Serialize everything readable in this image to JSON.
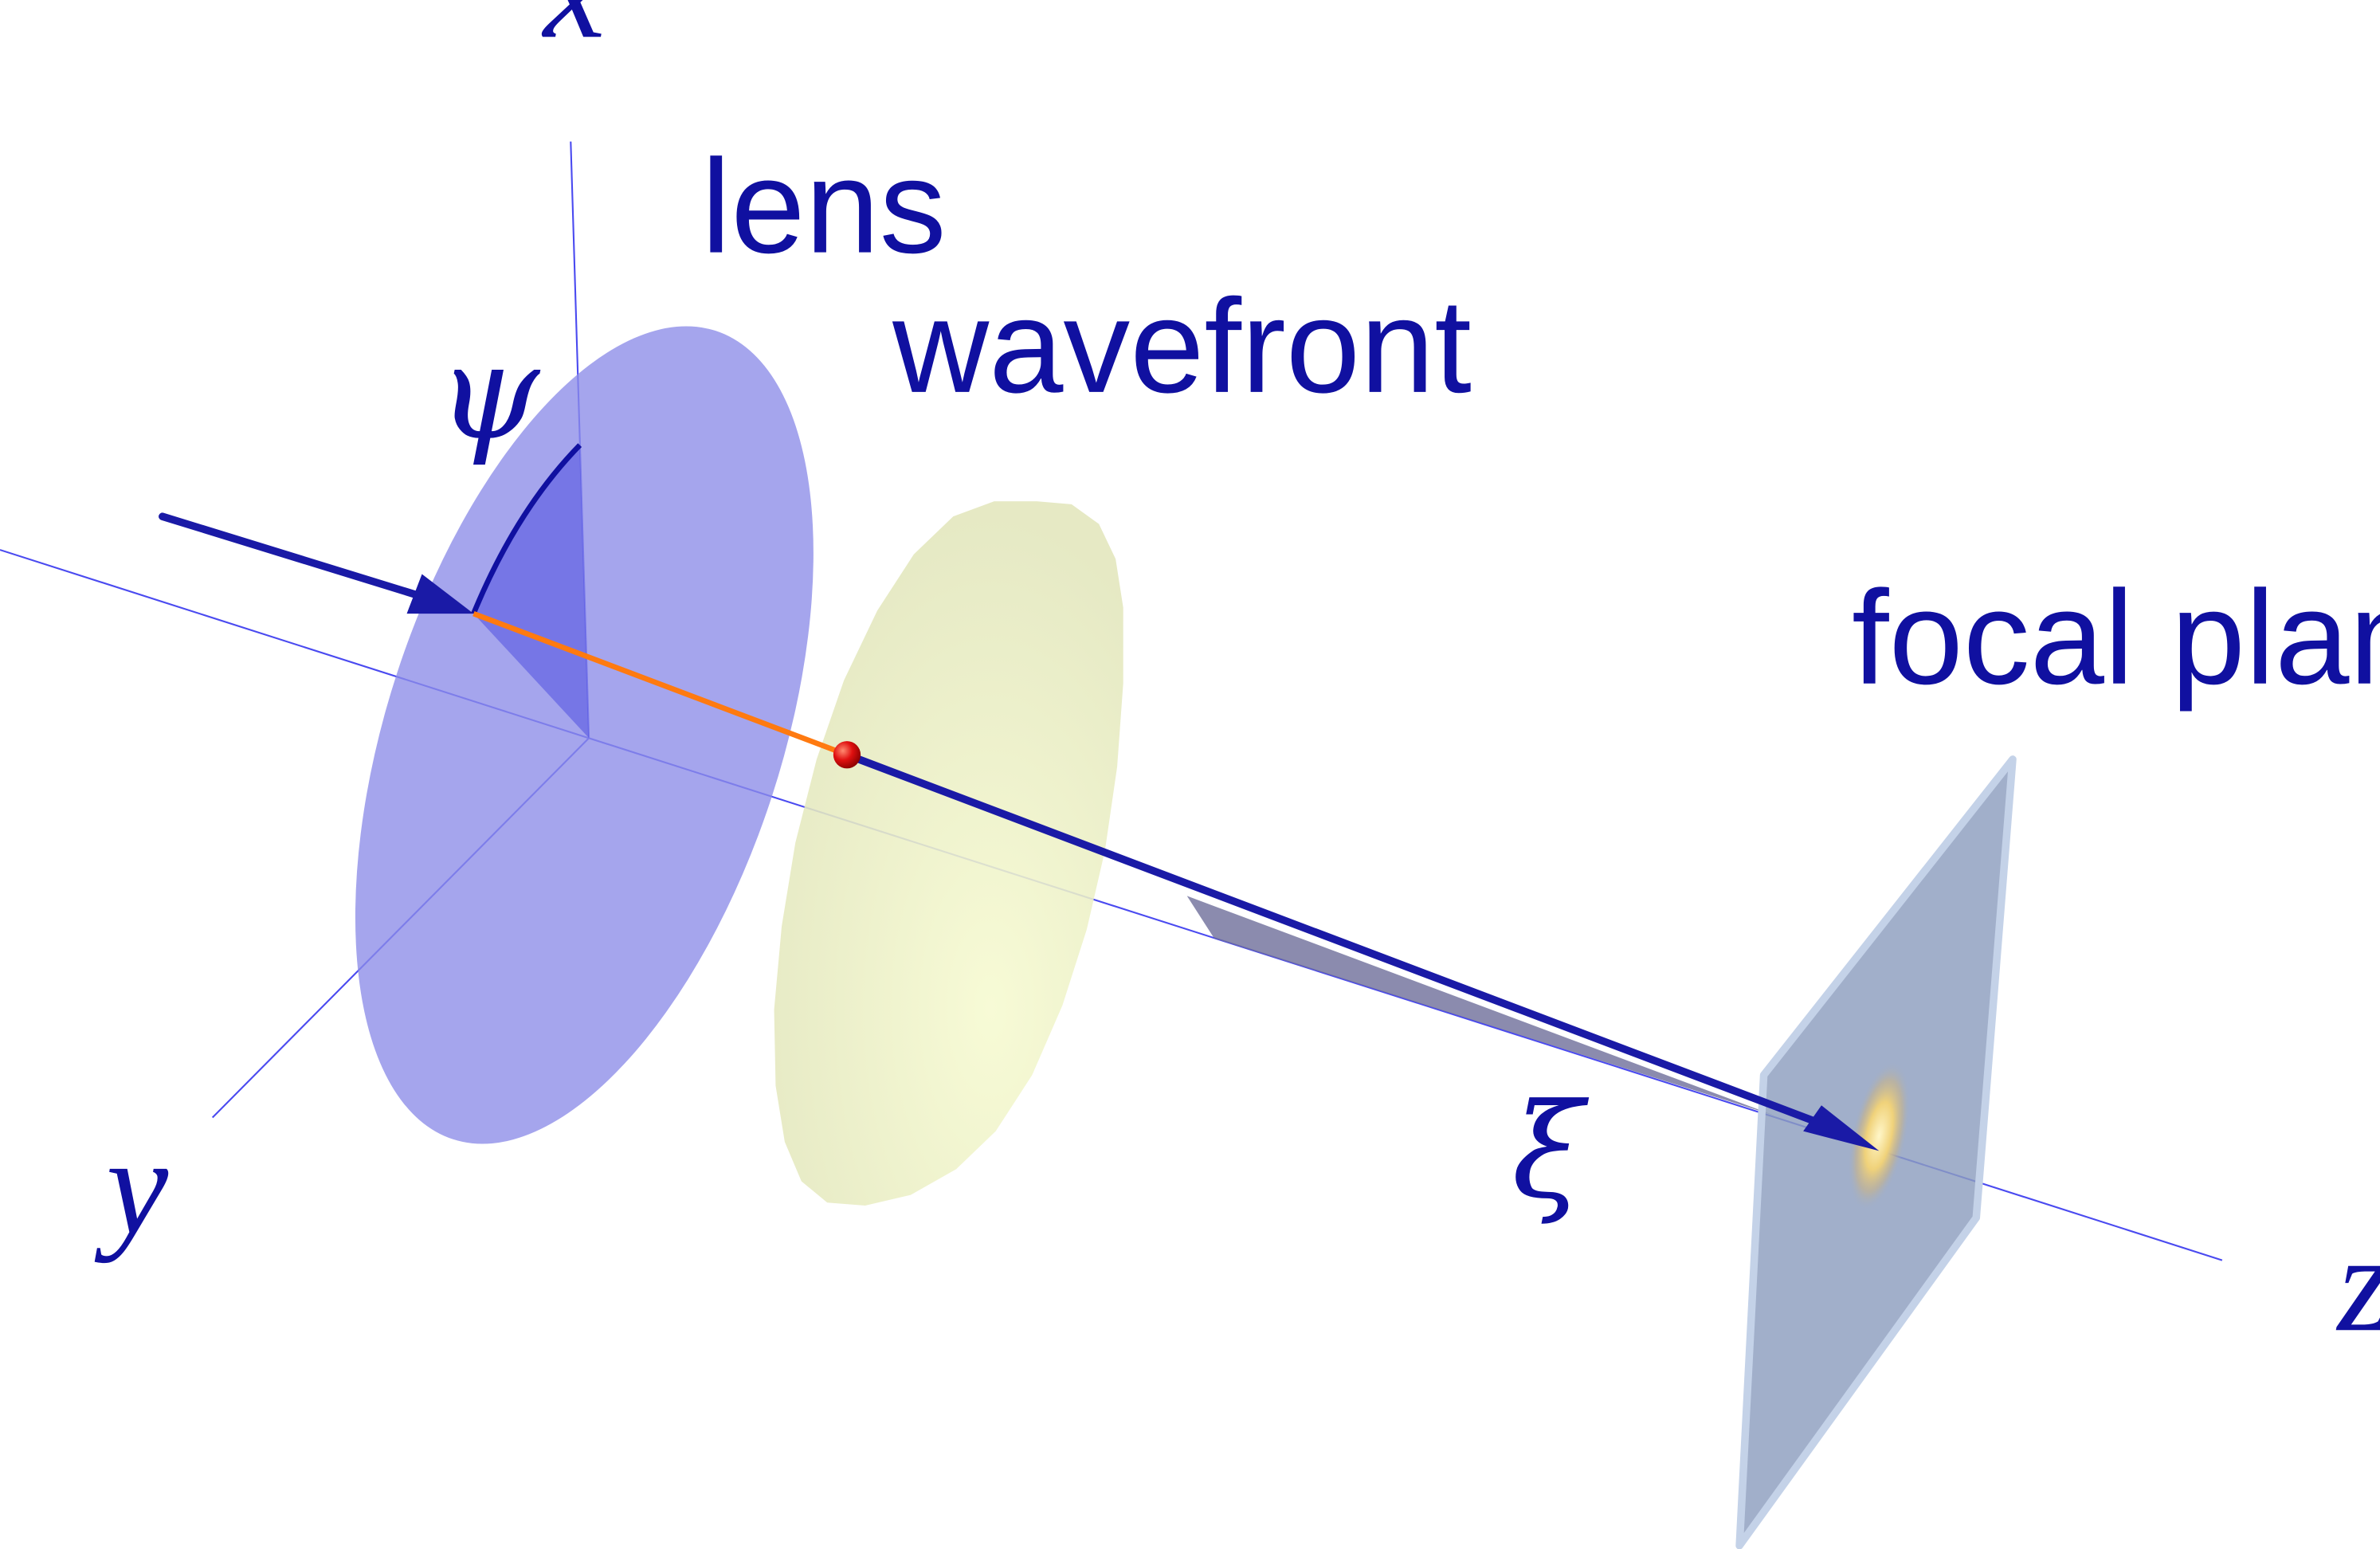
{
  "labels": {
    "lens": "lens",
    "wavefront": "wavefront",
    "focal_plane": "focal plane",
    "axis_x": "x",
    "axis_y": "y",
    "axis_z": "z",
    "angle_psi": "ψ",
    "distance_xi": "ξ"
  },
  "colors": {
    "axis": "#4a4af0",
    "text": "#1010a0",
    "lens_fill": "#8c8ce8",
    "wavefront_fill": "#eef2b8",
    "focal_plane_fill": "#8c9ebe",
    "focal_plane_edge": "#c4d2e8",
    "ray": "#1a1aa6",
    "segment": "#ff7a10",
    "point": "#d81010",
    "shadow": "#6e6e9a"
  }
}
